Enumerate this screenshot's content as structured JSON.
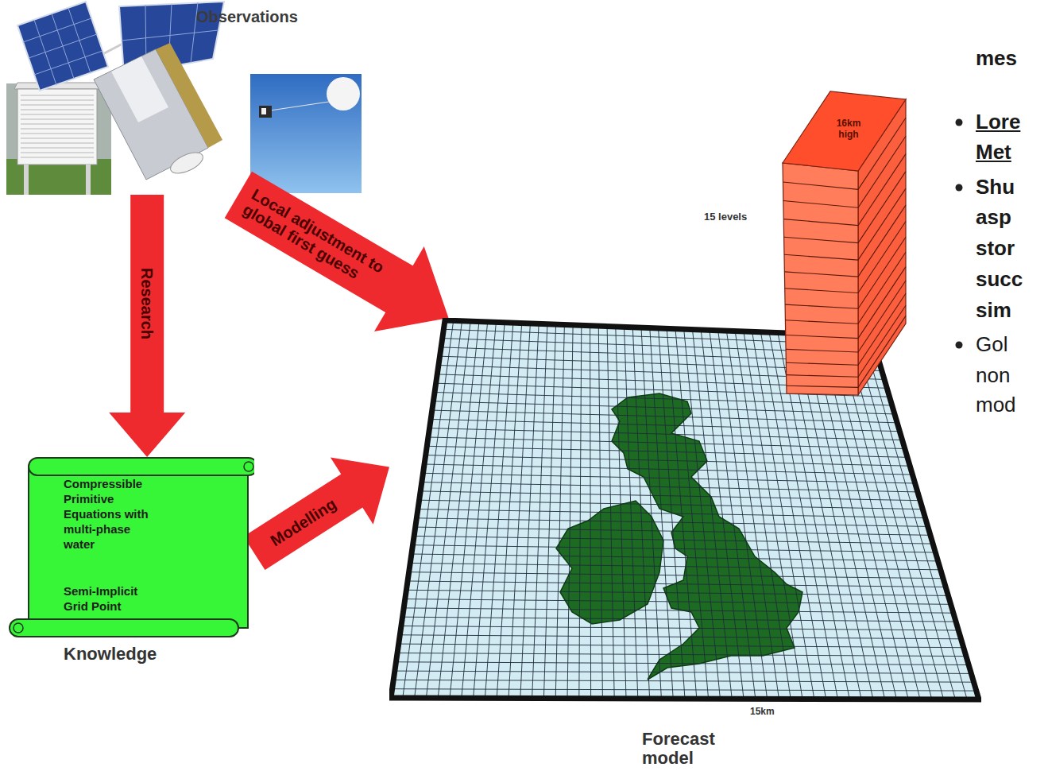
{
  "diagram": {
    "nodes": [
      {
        "text": [
          "Observations"
        ]
      },
      {
        "text": [
          "Compressible Primitive Equations with multi-phase water",
          "Semi-Implicit Grid Point",
          "Knowledge"
        ]
      },
      {
        "text": [
          "Forecast model"
        ]
      },
      {
        "text": [
          "16km high"
        ]
      }
    ],
    "edges": [
      {
        "from": 0,
        "to": 2,
        "label": "Local adjustment to global first guess",
        "arrow": "to"
      },
      {
        "from": 0,
        "to": 1,
        "label": "Research",
        "arrow": "to"
      },
      {
        "from": 1,
        "to": 2,
        "label": "Modelling",
        "arrow": "to"
      }
    ],
    "labels": [
      "15 levels",
      "15km",
      "mes",
      "Lore",
      "Met",
      "Shu",
      "asp",
      "stor",
      "succ",
      "sim",
      "Gol",
      "non",
      "mod"
    ]
  }
}
